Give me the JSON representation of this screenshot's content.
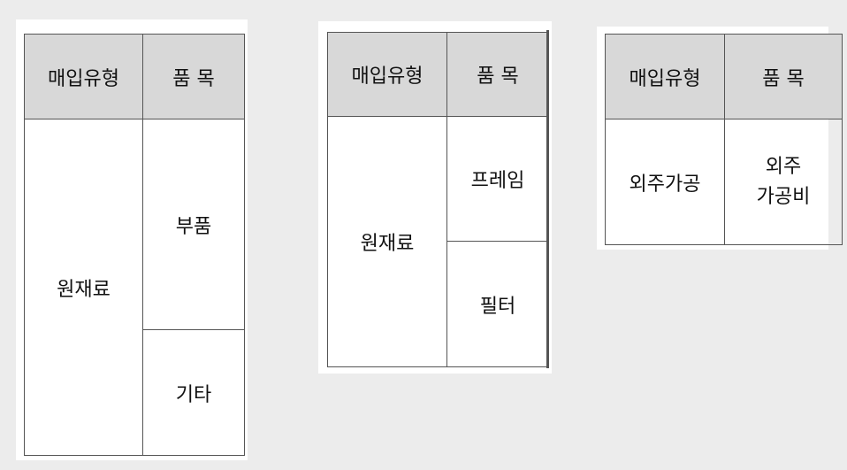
{
  "tables": [
    {
      "header": {
        "type": "매입유형",
        "item": "품 목"
      },
      "type_cell": "원재료",
      "items": [
        "부품",
        "기타"
      ]
    },
    {
      "header": {
        "type": "매입유형",
        "item": "품 목"
      },
      "type_cell": "원재료",
      "items": [
        "프레임",
        "필터"
      ]
    },
    {
      "header": {
        "type": "매입유형",
        "item": "품 목"
      },
      "type_cell": "외주가공",
      "items": [
        "외주\n가공비"
      ]
    }
  ]
}
